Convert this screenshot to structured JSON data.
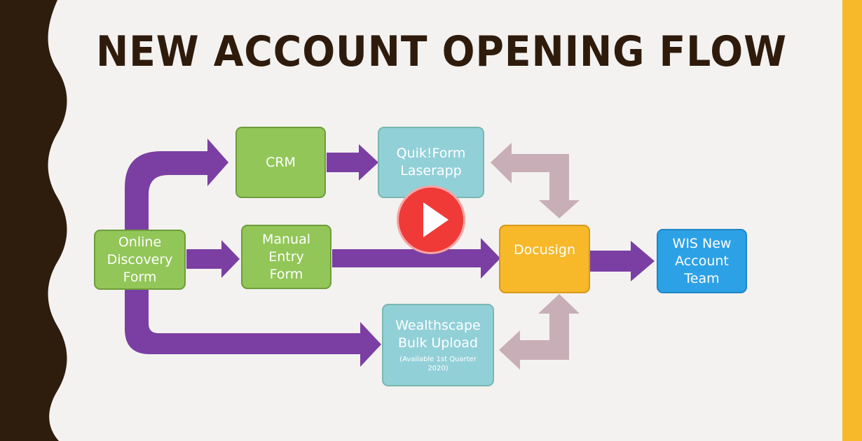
{
  "slide": {
    "title": "NEW ACCOUNT OPENING FLOW"
  },
  "nodes": {
    "online_discovery": [
      "Online",
      "Discovery",
      "Form"
    ],
    "crm": [
      "CRM"
    ],
    "manual_entry": [
      "Manual",
      "Entry",
      "Form"
    ],
    "quikform": [
      "Quik!Form",
      "Laserapp"
    ],
    "docusign": [
      "Docusign"
    ],
    "wealthscape": [
      "Wealthscape",
      "Bulk Upload"
    ],
    "wealthscape_note": [
      "(Available 1st Quarter",
      "2020)"
    ],
    "wis_team": [
      "WIS New",
      "Account",
      "Team"
    ]
  },
  "video": {
    "play_icon": "play-icon"
  },
  "colors": {
    "decor_left": "#2e1c0d",
    "decor_right": "#f7b92a",
    "title": "#2f1b0c",
    "arrow_main": "#7b3fa3",
    "arrow_secondary": "#c8aeb6",
    "node_green": "#92c658",
    "node_teal": "#92d0d8",
    "node_orange": "#f7b92a",
    "node_blue": "#2da1e6",
    "play_button": "#ef3a38"
  }
}
